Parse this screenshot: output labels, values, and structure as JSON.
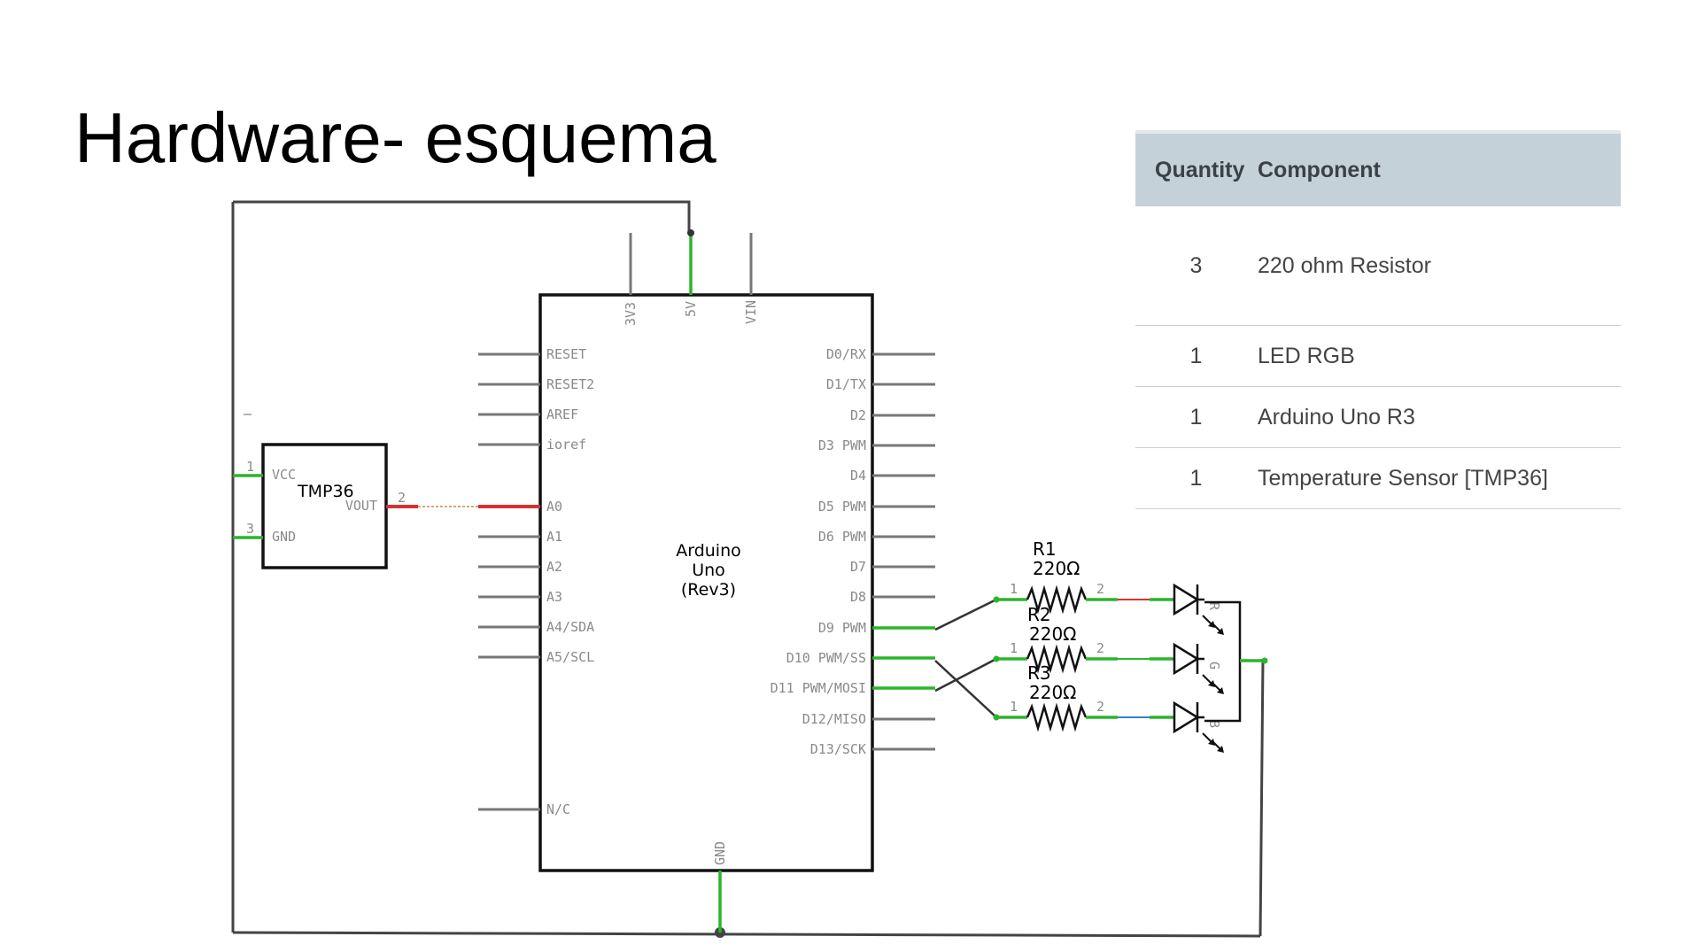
{
  "title": "Hardware- esquema",
  "table": {
    "headers": {
      "quantity": "Quantity",
      "component": "Component"
    },
    "rows": [
      {
        "quantity": "3",
        "component": "220 ohm Resistor"
      },
      {
        "quantity": "1",
        "component": "LED RGB"
      },
      {
        "quantity": "1",
        "component": "Arduino Uno R3"
      },
      {
        "quantity": "1",
        "component": "Temperature Sensor [TMP36]"
      }
    ]
  },
  "schematic": {
    "arduino": {
      "name_line1": "Arduino",
      "name_line2": "Uno",
      "name_line3": "(Rev3)",
      "top_pins": [
        "3V3",
        "5V",
        "VIN"
      ],
      "bottom_pin": "GND",
      "left_pins": [
        "RESET",
        "RESET2",
        "AREF",
        "ioref",
        "A0",
        "A1",
        "A2",
        "A3",
        "A4/SDA",
        "A5/SCL",
        "N/C"
      ],
      "right_pins": [
        "D0/RX",
        "D1/TX",
        "D2",
        "D3 PWM",
        "D4",
        "D5 PWM",
        "D6 PWM",
        "D7",
        "D8",
        "D9 PWM",
        "D10 PWM/SS",
        "D11 PWM/MOSI",
        "D12/MISO",
        "D13/SCK"
      ]
    },
    "sensor": {
      "name": "TMP36",
      "pins": [
        "VCC",
        "VOUT",
        "GND"
      ],
      "pin_numbers": [
        "1",
        "2",
        "3"
      ]
    },
    "resistors": [
      {
        "name": "R1",
        "value": "220Ω"
      },
      {
        "name": "R2",
        "value": "220Ω"
      },
      {
        "name": "R3",
        "value": "220Ω"
      }
    ],
    "resistor_pin_numbers": [
      "1",
      "2"
    ],
    "led_channels": [
      "R",
      "G",
      "B"
    ]
  }
}
